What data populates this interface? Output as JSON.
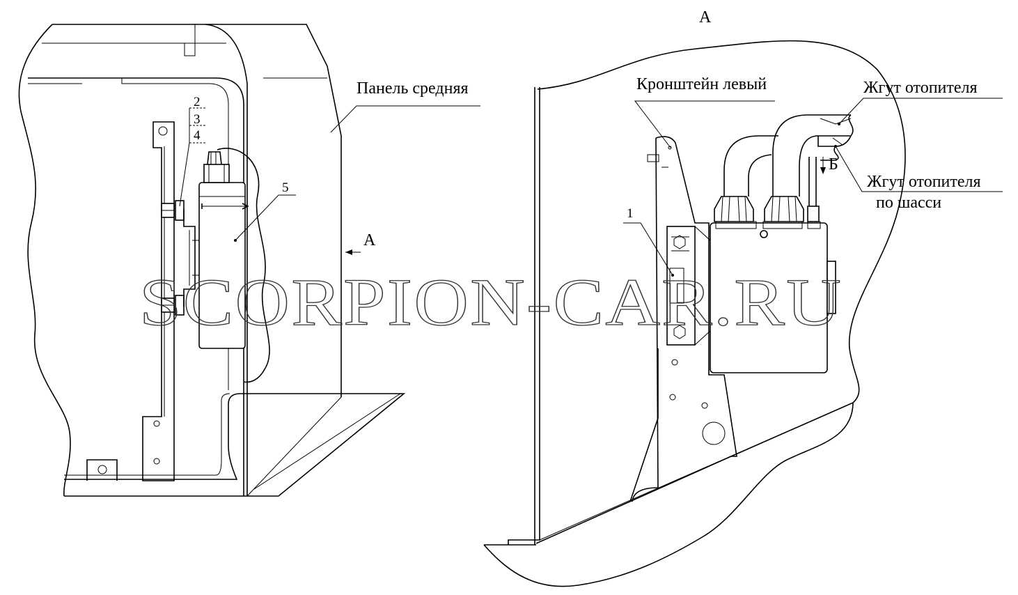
{
  "view_label_top": "А",
  "view_arrow_label": "А",
  "labels": {
    "panel_middle": "Панель средняя",
    "bracket_left": "Кронштейн левый",
    "heater_harness": "Жгут отопителя",
    "heater_harness_chassis_line1": "Жгут отопителя",
    "heater_harness_chassis_line2": "по шасси",
    "arrow_b": "Б"
  },
  "callouts": {
    "n1": "1",
    "n2": "2",
    "n3": "3",
    "n4": "4",
    "n5": "5"
  },
  "watermark": "SCORPION-CAR.RU"
}
